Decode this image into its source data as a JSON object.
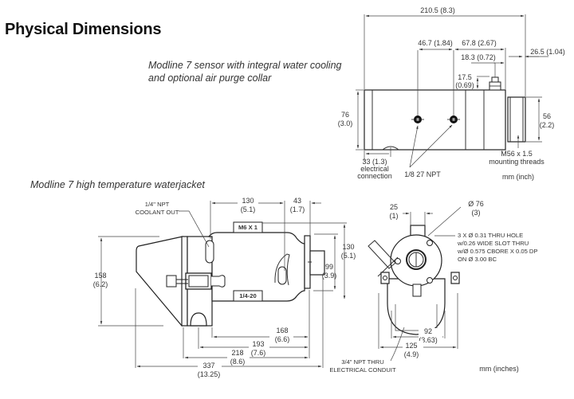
{
  "page": {
    "title": "Physical Dimensions",
    "caption_top": [
      "Modline 7 sensor with integral water cooling",
      "and optional air purge collar"
    ],
    "caption_bottom": "Modline 7 high temperature waterjacket"
  },
  "sensor_drawing": {
    "dimensions": {
      "overall_length": "210.5 (8.3)",
      "port_spacing": "46.7 (1.84)",
      "port_to_front": "67.8 (2.67)",
      "purge_offset": "18.3 (0.72)",
      "front_thread_length": "26.5 (1.04)",
      "purge_height_mm": "17.5",
      "purge_height_in": "(0.69)",
      "body_diameter_mm": "76",
      "body_diameter_in": "(3.0)",
      "thread_diameter_mm": "56",
      "thread_diameter_in": "(2.2)",
      "electrical_offset": "33 (1.3)"
    },
    "labels": {
      "electrical_1": "electrical",
      "electrical_2": "connection",
      "npt_ports": "1/8 27 NPT",
      "thread_1": "M56 x 1.5",
      "thread_2": "mounting threads",
      "units": "mm (inch)"
    }
  },
  "waterjacket_drawing": {
    "dimensions": {
      "center_span_mm": "130",
      "center_span_in": "(5.1)",
      "flange_mm": "43",
      "flange_in": "(1.7)",
      "height_mm": "158",
      "height_in": "(6.2)",
      "flange_height_mm": "130",
      "flange_height_in": "(5.1)",
      "window_height_mm": "99",
      "window_height_in": "(3.9)",
      "d168_mm": "168",
      "d168_in": "(6.6)",
      "d193_mm": "193",
      "d193_in": "(7.6)",
      "d218_mm": "218",
      "d218_in": "(8.6)",
      "overall_mm": "337",
      "overall_in": "(13.25)",
      "nozzle_mm": "25",
      "nozzle_in": "(1)",
      "diameter_mm": "Ø 76",
      "diameter_in": "(3)",
      "base_inner_mm": "92",
      "base_inner_in": "(3.63)",
      "base_outer_mm": "125",
      "base_outer_in": "(4.9)"
    },
    "labels": {
      "coolant_1": "1/4\" NPT",
      "coolant_2": "COOLANT OUT",
      "thread_top": "M6 X 1",
      "thread_bottom": "1/4-20",
      "holes_1": "3 X Ø 0.31 THRU HOLE",
      "holes_2": "w/0.26 WIDE SLOT THRU",
      "holes_3": "w/Ø 0.575 CBORE X 0.05 DP",
      "holes_4": "ON Ø 3.00 BC",
      "conduit_1": "3/4\" NPT THRU",
      "conduit_2": "ELECTRICAL CONDUIT",
      "units": "mm (inches)"
    }
  }
}
